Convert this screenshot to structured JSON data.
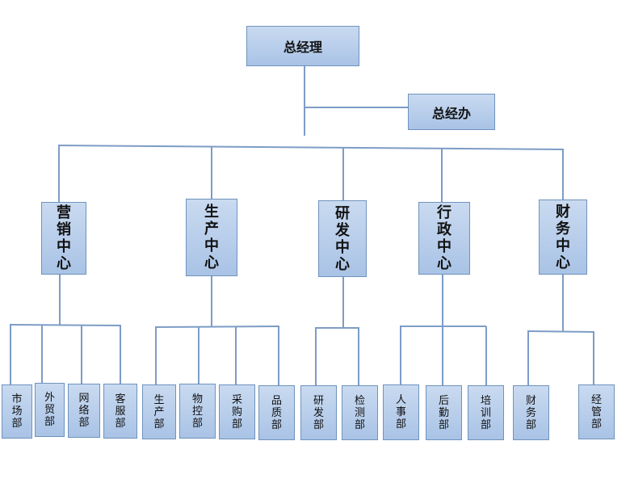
{
  "top": {
    "label": "总经理"
  },
  "office": {
    "label": "总经办"
  },
  "centers": [
    {
      "label": "营销中心",
      "departments": [
        "市场部",
        "外贸部",
        "网络部",
        "客服部"
      ]
    },
    {
      "label": "生产中心",
      "departments": [
        "生产部",
        "物控部",
        "采购部",
        "品质部"
      ]
    },
    {
      "label": "研发中心",
      "departments": [
        "研发部",
        "检测部"
      ]
    },
    {
      "label": "行政中心",
      "departments": [
        "人事部",
        "后勤部",
        "培训部"
      ]
    },
    {
      "label": "财务中心",
      "departments": [
        "财务部",
        "经管部"
      ]
    }
  ],
  "colors": {
    "box_fill_top": "#c9daf0",
    "box_fill_bottom": "#a9c3e6",
    "border": "#6f93bd",
    "line": "#7d9cc6"
  }
}
